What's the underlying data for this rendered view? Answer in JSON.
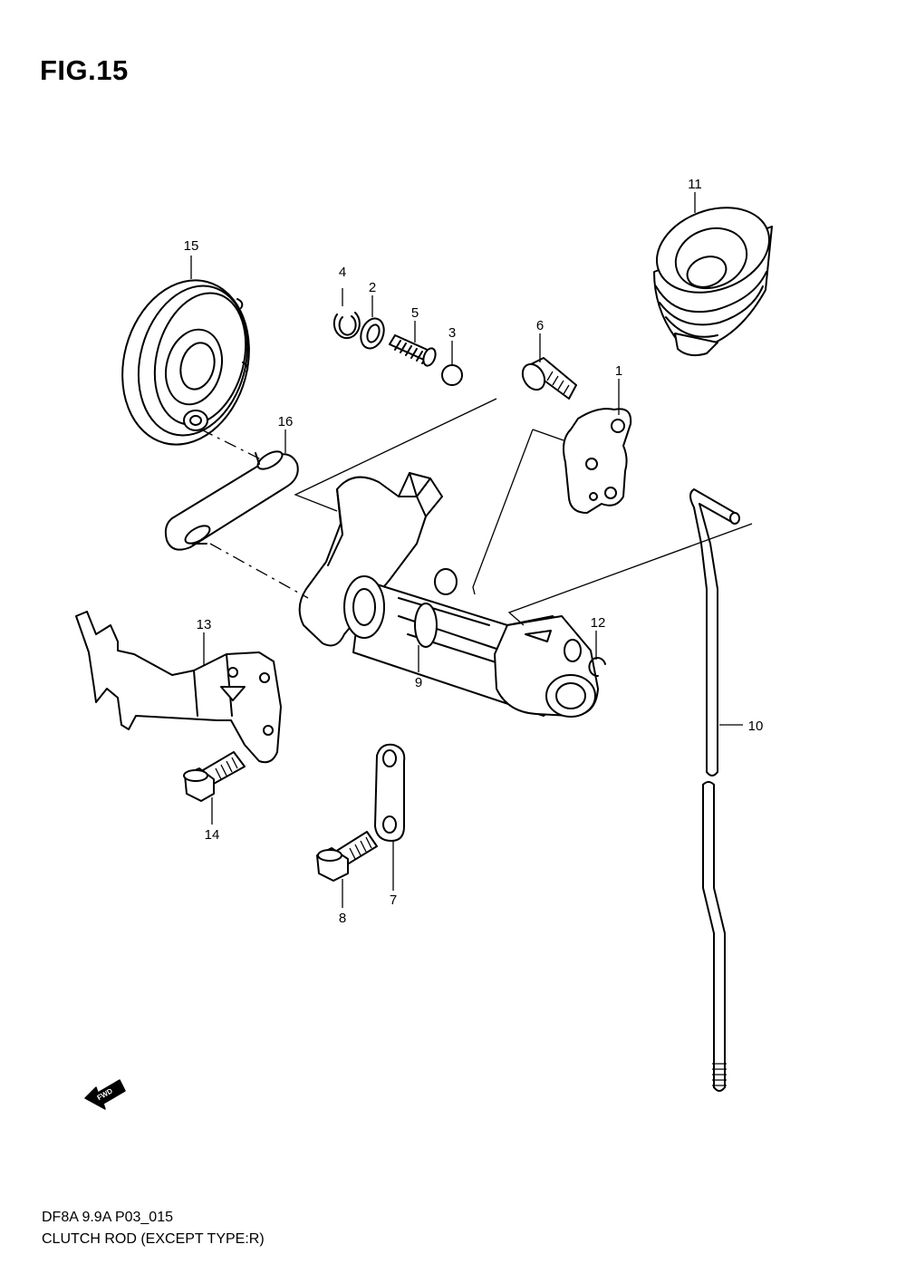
{
  "title": "FIG.15",
  "footer": {
    "line1": "DF8A 9.9A P03_015",
    "line2": "CLUTCH ROD (EXCEPT TYPE:R)"
  },
  "fwd_label": "FWD",
  "callouts": {
    "c1": "1",
    "c2": "2",
    "c3": "3",
    "c4": "4",
    "c5": "5",
    "c6": "6",
    "c7": "7",
    "c8": "8",
    "c9": "9",
    "c10": "10",
    "c11": "11",
    "c12": "12",
    "c13": "13",
    "c14": "14",
    "c15": "15",
    "c16": "16"
  }
}
